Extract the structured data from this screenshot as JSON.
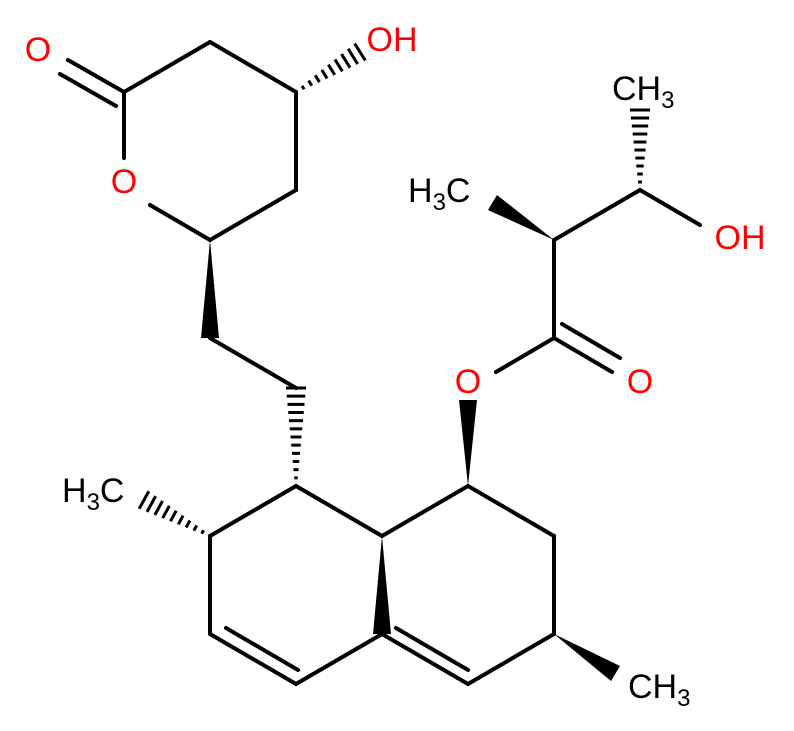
{
  "colors": {
    "bond": "#000000",
    "oxygen": "#ff0000",
    "carbon_label": "#000000"
  },
  "atom_labels": {
    "lactone_carbonyl_o": "O",
    "lactone_ring_o": "O",
    "ring_oh": "OH",
    "ester_o": "O",
    "ester_carbonyl_o": "O",
    "side_oh": "OH",
    "h3c_side": {
      "main": "H",
      "sub": "3",
      "tail": "C"
    },
    "ch3_top": {
      "main": "CH",
      "sub": "3"
    },
    "h3c_left": {
      "main": "H",
      "sub": "3",
      "tail": "C"
    },
    "ch3_bottom": {
      "main": "CH",
      "sub": "3"
    }
  }
}
